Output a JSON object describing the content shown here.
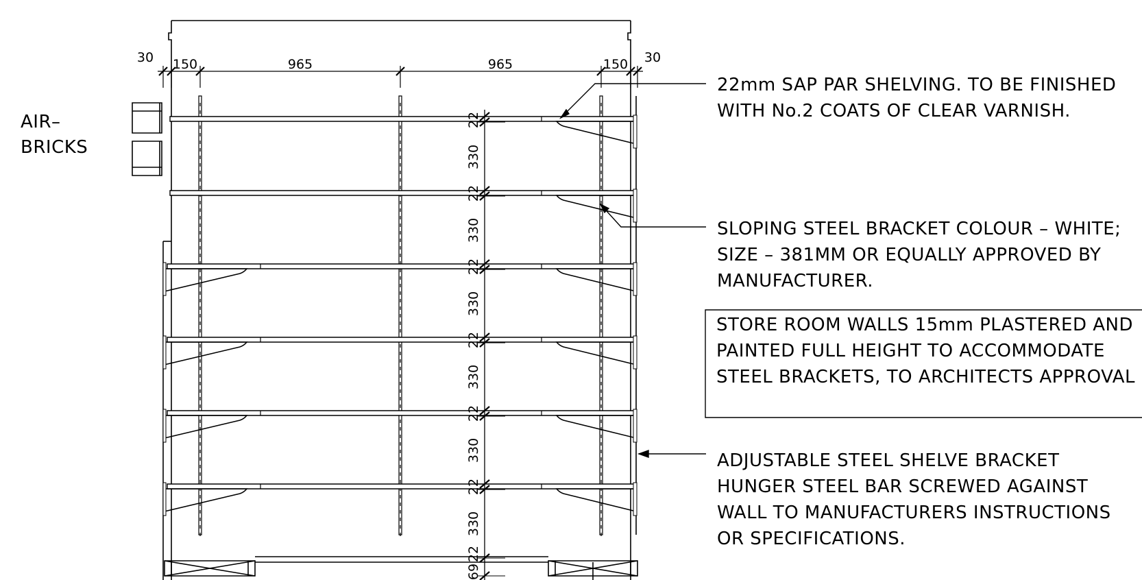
{
  "dimensions": {
    "horizontal": [
      "30",
      "150",
      "965",
      "965",
      "150",
      "30"
    ],
    "vertical": [
      "22",
      "330",
      "22",
      "330",
      "22",
      "330",
      "22",
      "330",
      "22",
      "330",
      "22",
      "330",
      "22",
      "69"
    ]
  },
  "labels": {
    "air_bricks": [
      "AIR–",
      "BRICKS"
    ]
  },
  "notes": {
    "shelving": [
      "22mm SAP PAR SHELVING. TO BE FINISHED",
      "WITH No.2 COATS OF CLEAR VARNISH."
    ],
    "bracket": [
      "SLOPING STEEL BRACKET COLOUR – WHITE;",
      "SIZE – 381MM OR EQUALLY APPROVED BY",
      "MANUFACTURER."
    ],
    "walls": [
      "STORE ROOM WALLS 15mm PLASTERED AND",
      "PAINTED FULL HEIGHT TO ACCOMMODATE",
      "STEEL BRACKETS, TO ARCHITECTS APPROVAL"
    ],
    "hanger": [
      "ADJUSTABLE STEEL SHELVE BRACKET",
      "HUNGER STEEL BAR SCREWED AGAINST",
      "WALL TO MANUFACTURERS INSTRUCTIONS",
      "OR SPECIFICATIONS."
    ]
  }
}
